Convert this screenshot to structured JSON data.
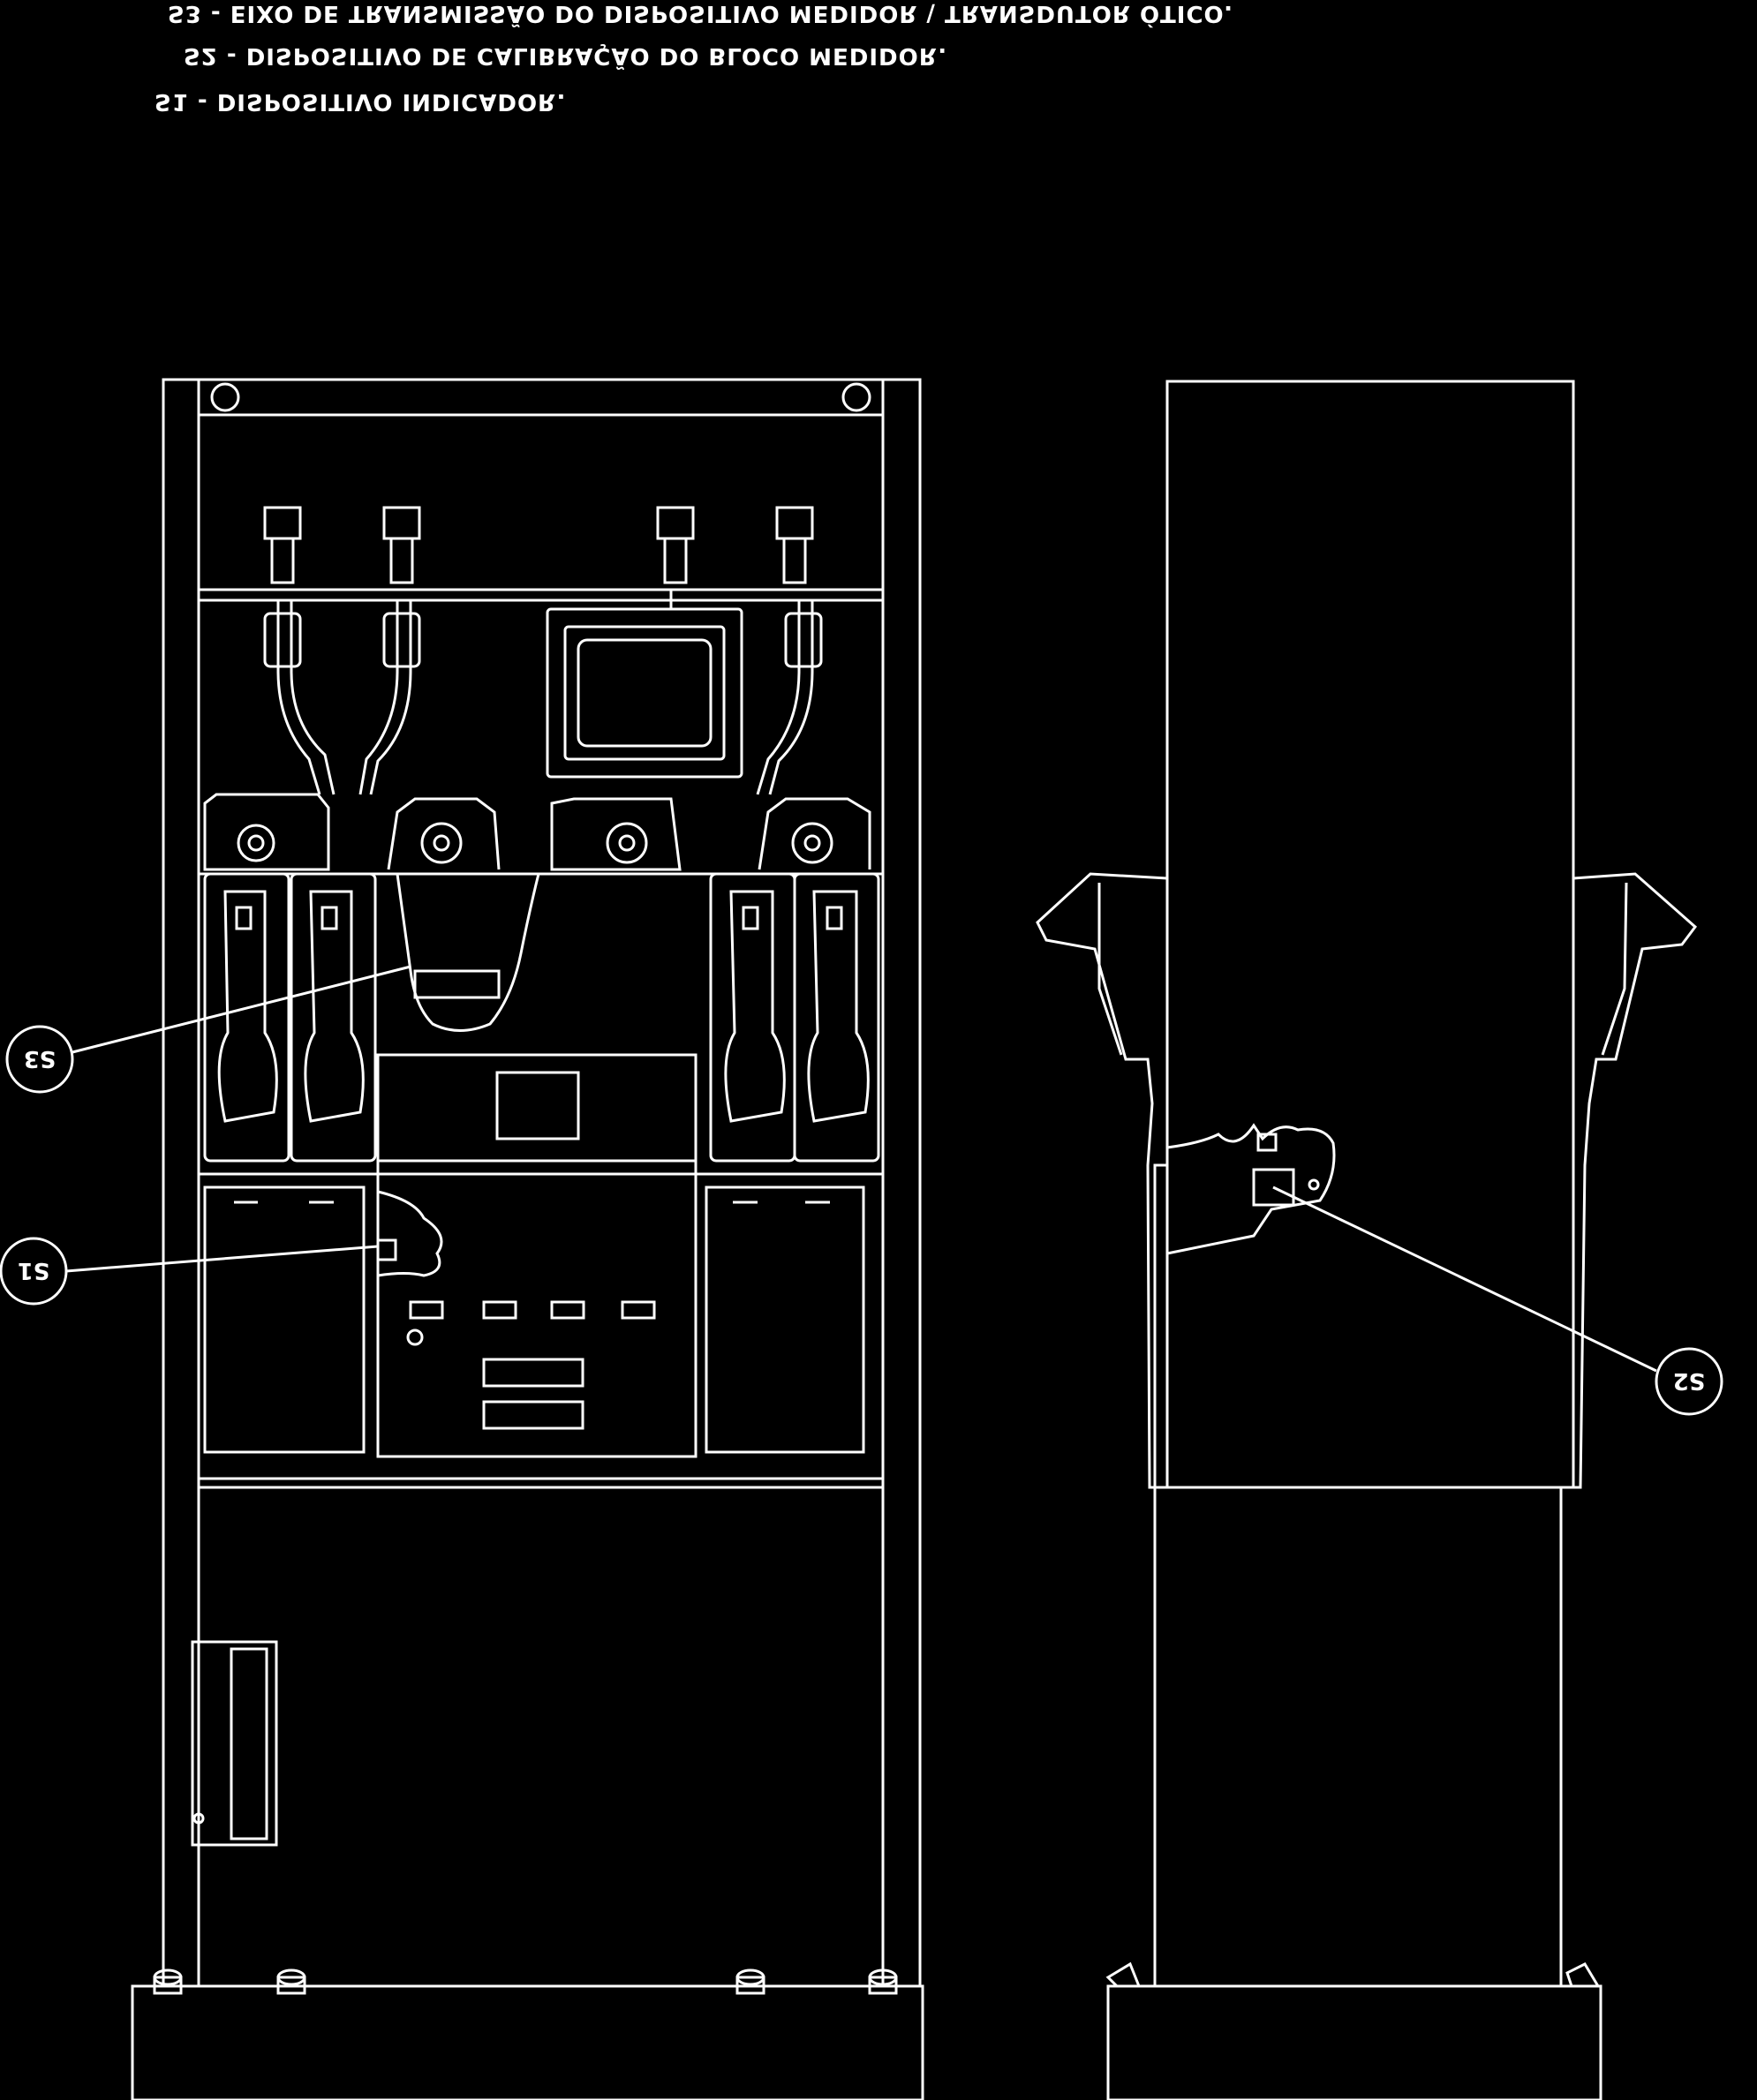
{
  "legend": {
    "line_s3": "S3 - EIXO DE TRANSMISSÃO DO DISPOSITIVO MEDIDOR \\ TRANSDUTOR ÓTICO.",
    "line_s2": "S2 - DISPOSITIVO DE CALIBRAÇÃO DO BLOCO MEDIDOR.",
    "line_s1": "S1 - DISPOSITIVO INDICADOR."
  },
  "callouts": {
    "s1": "S1",
    "s2": "S2",
    "s3": "S3"
  },
  "colors": {
    "background": "#000000",
    "line": "#ffffff"
  }
}
